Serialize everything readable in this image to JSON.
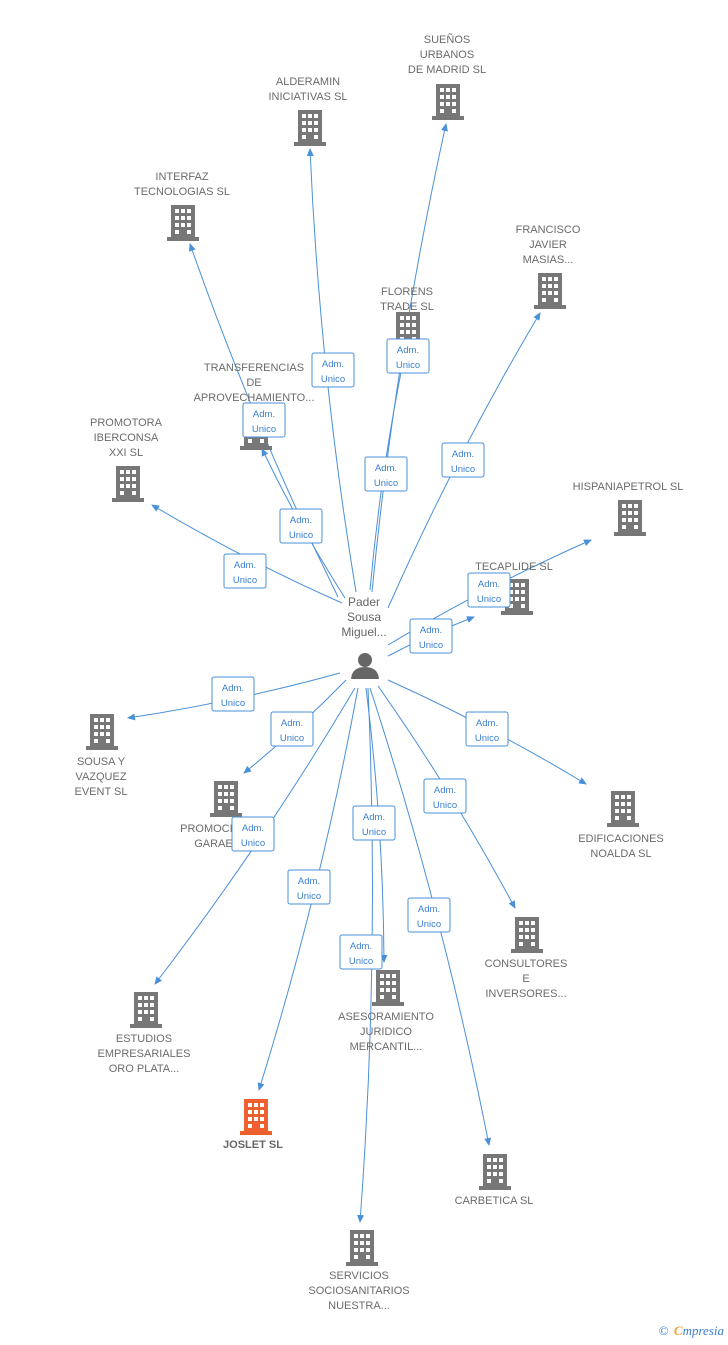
{
  "center": {
    "label_lines": [
      "Pader",
      "Sousa",
      "Miguel..."
    ],
    "icon": "person-icon"
  },
  "relation_label_lines": [
    "Adm.",
    "Unico"
  ],
  "companies": [
    {
      "id": "suenos",
      "lines": [
        "SUEÑOS",
        "URBANOS",
        "DE MADRID SL"
      ],
      "icon": "building-icon"
    },
    {
      "id": "alderamin",
      "lines": [
        "ALDERAMIN",
        "INICIATIVAS SL"
      ],
      "icon": "building-icon"
    },
    {
      "id": "interfaz",
      "lines": [
        "INTERFAZ",
        "TECNOLOGIAS SL"
      ],
      "icon": "building-icon"
    },
    {
      "id": "francisco",
      "lines": [
        "FRANCISCO",
        "JAVIER",
        "MASIAS..."
      ],
      "icon": "building-icon"
    },
    {
      "id": "florens",
      "lines": [
        "FLORENS",
        "TRADE SL"
      ],
      "icon": "building-icon"
    },
    {
      "id": "transferencias",
      "lines": [
        "TRANSFERENCIAS",
        "DE",
        "APROVECHAMIENTO..."
      ],
      "icon": "building-icon"
    },
    {
      "id": "promotora",
      "lines": [
        "PROMOTORA",
        "IBERCONSA",
        "XXI SL"
      ],
      "icon": "building-icon"
    },
    {
      "id": "hispaniapetrol",
      "lines": [
        "HISPANIAPETROL SL"
      ],
      "icon": "building-icon"
    },
    {
      "id": "tecaplide",
      "lines": [
        "TECAPLIDE SL"
      ],
      "icon": "building-icon"
    },
    {
      "id": "sousa",
      "lines": [
        "SOUSA Y",
        "VAZQUEZ",
        "EVENT SL"
      ],
      "icon": "building-icon"
    },
    {
      "id": "promociones",
      "lines": [
        "PROMOCIONES",
        "GARAEN..."
      ],
      "icon": "building-icon"
    },
    {
      "id": "edificaciones",
      "lines": [
        "EDIFICACIONES",
        "NOALDA SL"
      ],
      "icon": "building-icon"
    },
    {
      "id": "consultores",
      "lines": [
        "CONSULTORES",
        "E",
        "INVERSORES..."
      ],
      "icon": "building-icon"
    },
    {
      "id": "estudios",
      "lines": [
        "ESTUDIOS",
        "EMPRESARIALES",
        "ORO PLATA..."
      ],
      "icon": "building-icon"
    },
    {
      "id": "asesoramiento",
      "lines": [
        "ASESORAMIENTO",
        "JURIDICO",
        "MERCANTIL..."
      ],
      "icon": "building-icon"
    },
    {
      "id": "joslet",
      "lines": [
        "JOSLET SL"
      ],
      "icon": "building-icon",
      "highlight": true
    },
    {
      "id": "carbetica",
      "lines": [
        "CARBETICA SL"
      ],
      "icon": "building-icon"
    },
    {
      "id": "servicios",
      "lines": [
        "SERVICIOS",
        "SOCIOSANITARIOS",
        "NUESTRA..."
      ],
      "icon": "building-icon"
    }
  ],
  "colors": {
    "edge": "#4a90d9",
    "building": "#777777",
    "highlight": "#f0602f",
    "person": "#666666"
  },
  "footer": {
    "copyright": "©",
    "brand_first": "C",
    "brand_rest": "mpresia"
  }
}
